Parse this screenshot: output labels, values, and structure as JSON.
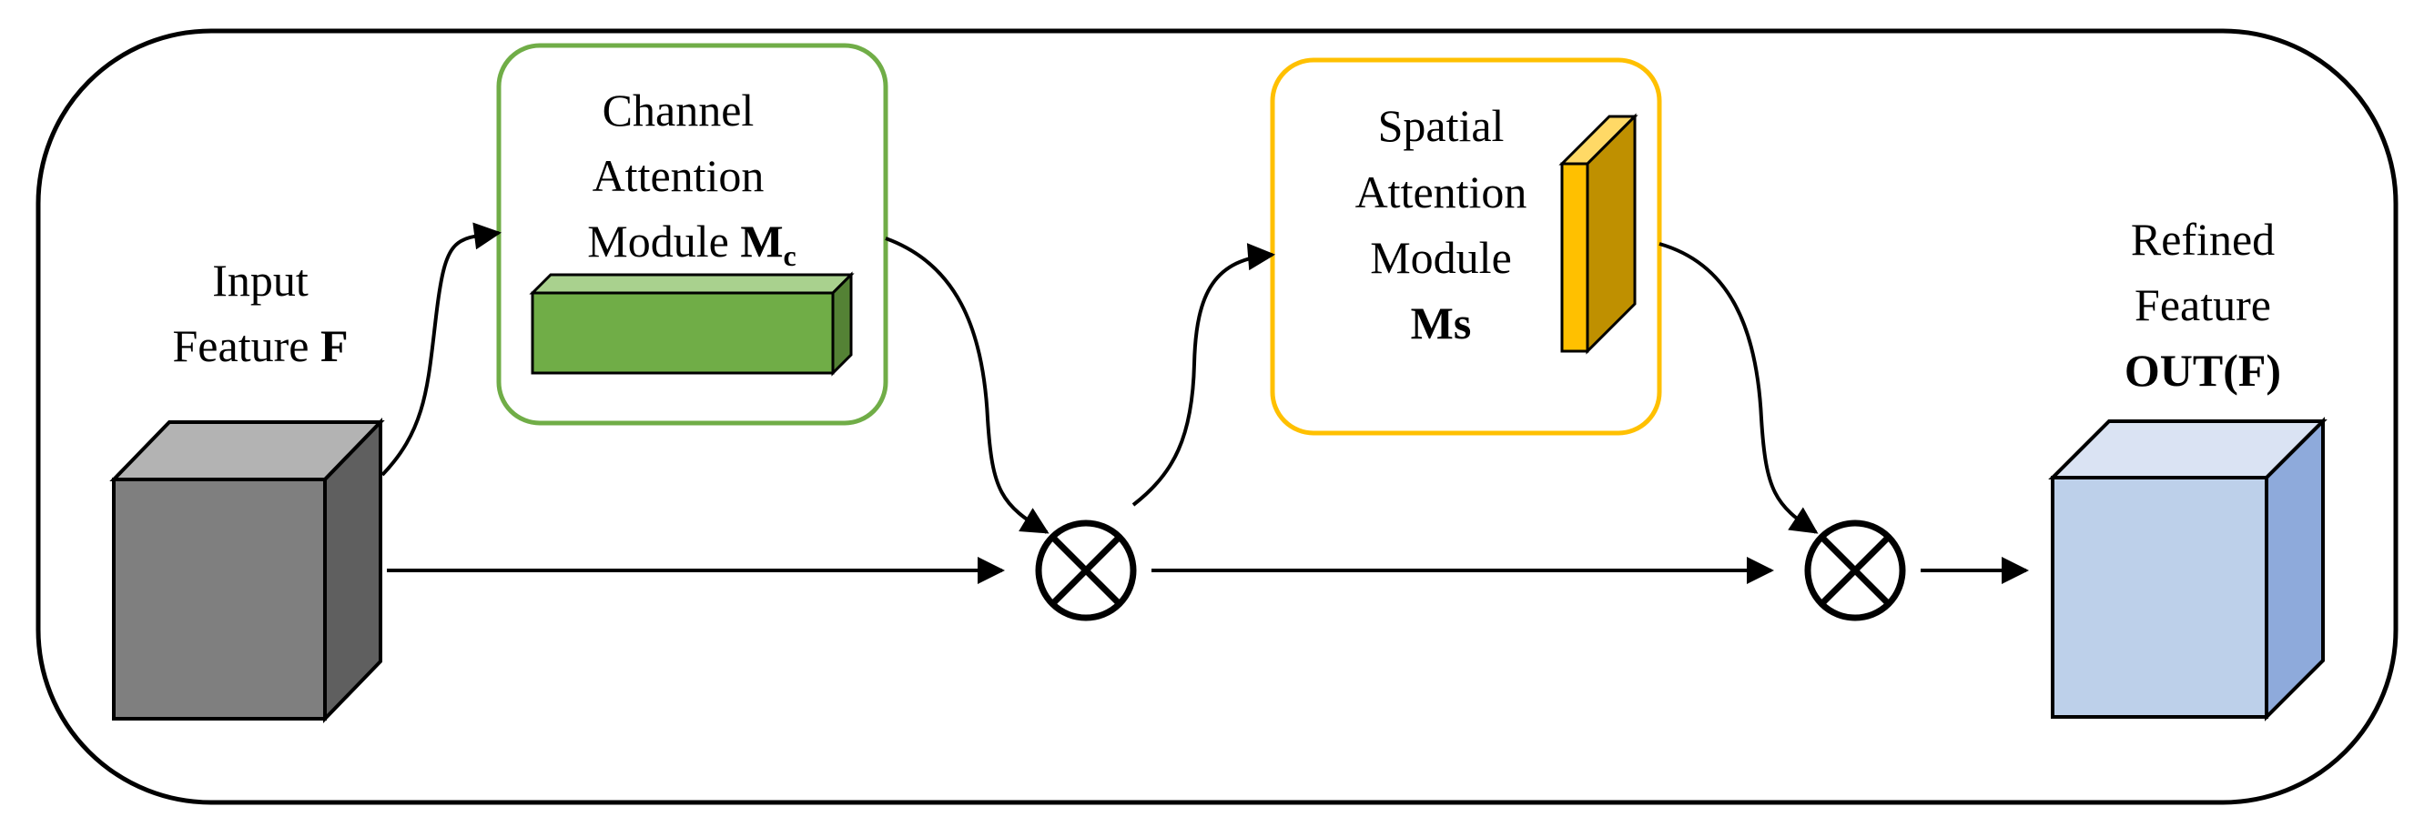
{
  "input": {
    "line1": "Input",
    "line2_prefix": "Feature ",
    "line2_symbol": "F"
  },
  "channel_module": {
    "line1": "Channel",
    "line2": "Attention",
    "line3_prefix": "Module ",
    "symbol": "M",
    "subscript": "c"
  },
  "spatial_module": {
    "line1": "Spatial",
    "line2": "Attention",
    "line3": "Module",
    "symbol": "Ms"
  },
  "output": {
    "line1": "Refined",
    "line2": "Feature",
    "line3": "OUT(F)"
  },
  "colors": {
    "frame": "#000000",
    "input_front": "#7f7f7f",
    "input_top": "#b3b3b3",
    "input_side": "#5f5f5f",
    "channel_border": "#70ad47",
    "channel_bar": "#70ad47",
    "channel_bar_top": "#a9d18e",
    "channel_bar_side": "#548235",
    "spatial_border": "#ffc000",
    "spatial_bar": "#ffc000",
    "spatial_bar_top": "#ffd966",
    "spatial_bar_side": "#bf9000",
    "output_front": "#bdd0ea",
    "output_top": "#dae3f3",
    "output_side": "#8eaadb"
  }
}
